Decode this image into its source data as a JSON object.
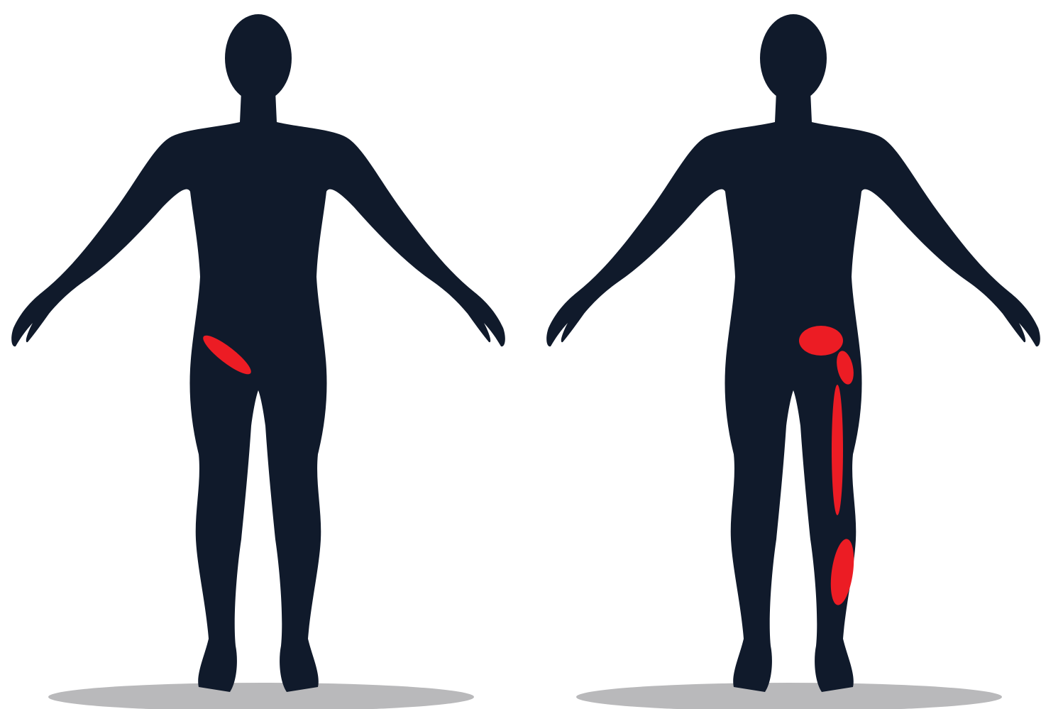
{
  "colors": {
    "background": "#ffffff",
    "silhouette": "#101a2b",
    "pain": "#ec1c24",
    "shadow": "#b9b9bb"
  },
  "figures": [
    {
      "id": "left",
      "view": "front",
      "highlight_regions": [
        "groin-crease"
      ]
    },
    {
      "id": "right",
      "view": "front",
      "highlight_regions": [
        "hip-joint",
        "outer-upper-thigh",
        "lateral-thigh",
        "lateral-knee"
      ]
    }
  ]
}
